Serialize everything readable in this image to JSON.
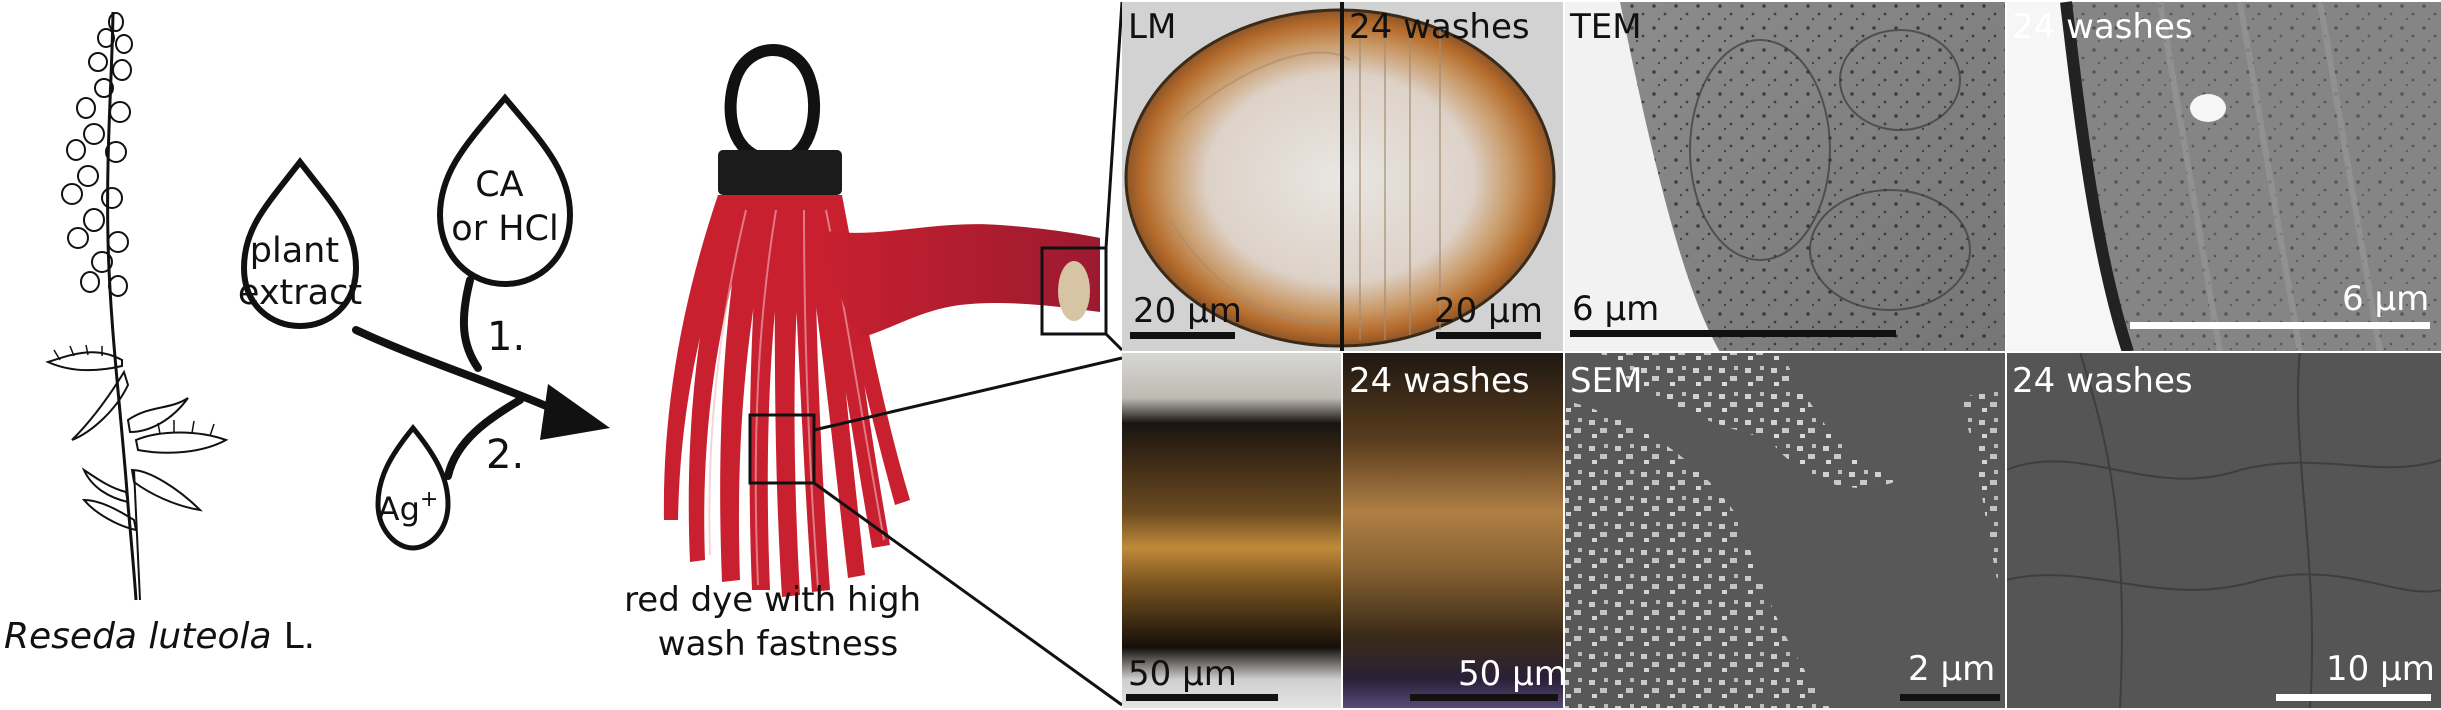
{
  "plant": {
    "species": "Reseda luteola",
    "authority": "L."
  },
  "drops": {
    "extract": [
      "plant",
      "extract"
    ],
    "acid": [
      "CA",
      "or HCl"
    ],
    "silver": "Ag",
    "silver_charge": "+"
  },
  "steps": {
    "one": "1.",
    "two": "2."
  },
  "caption": [
    "red dye with high",
    "wash fastness"
  ],
  "panels": {
    "lm": {
      "label": "LM",
      "scale": "20 µm"
    },
    "lm_washed": {
      "label": "24 washes",
      "scale": "20 µm"
    },
    "tem": {
      "label": "TEM",
      "scale": "6 µm"
    },
    "tem_washed": {
      "label": "24 washes",
      "scale": "6 µm"
    },
    "fiber": {
      "label": "",
      "scale": "50 µm"
    },
    "fiber_washed": {
      "label": "24 washes",
      "scale": "50 µm"
    },
    "sem": {
      "label": "SEM",
      "scale": "2 µm"
    },
    "sem_washed": {
      "label": "24 washes",
      "scale": "10 µm"
    }
  },
  "colors": {
    "dye": "#c8202f",
    "dye_dark": "#a01a26",
    "ink": "#111111"
  }
}
